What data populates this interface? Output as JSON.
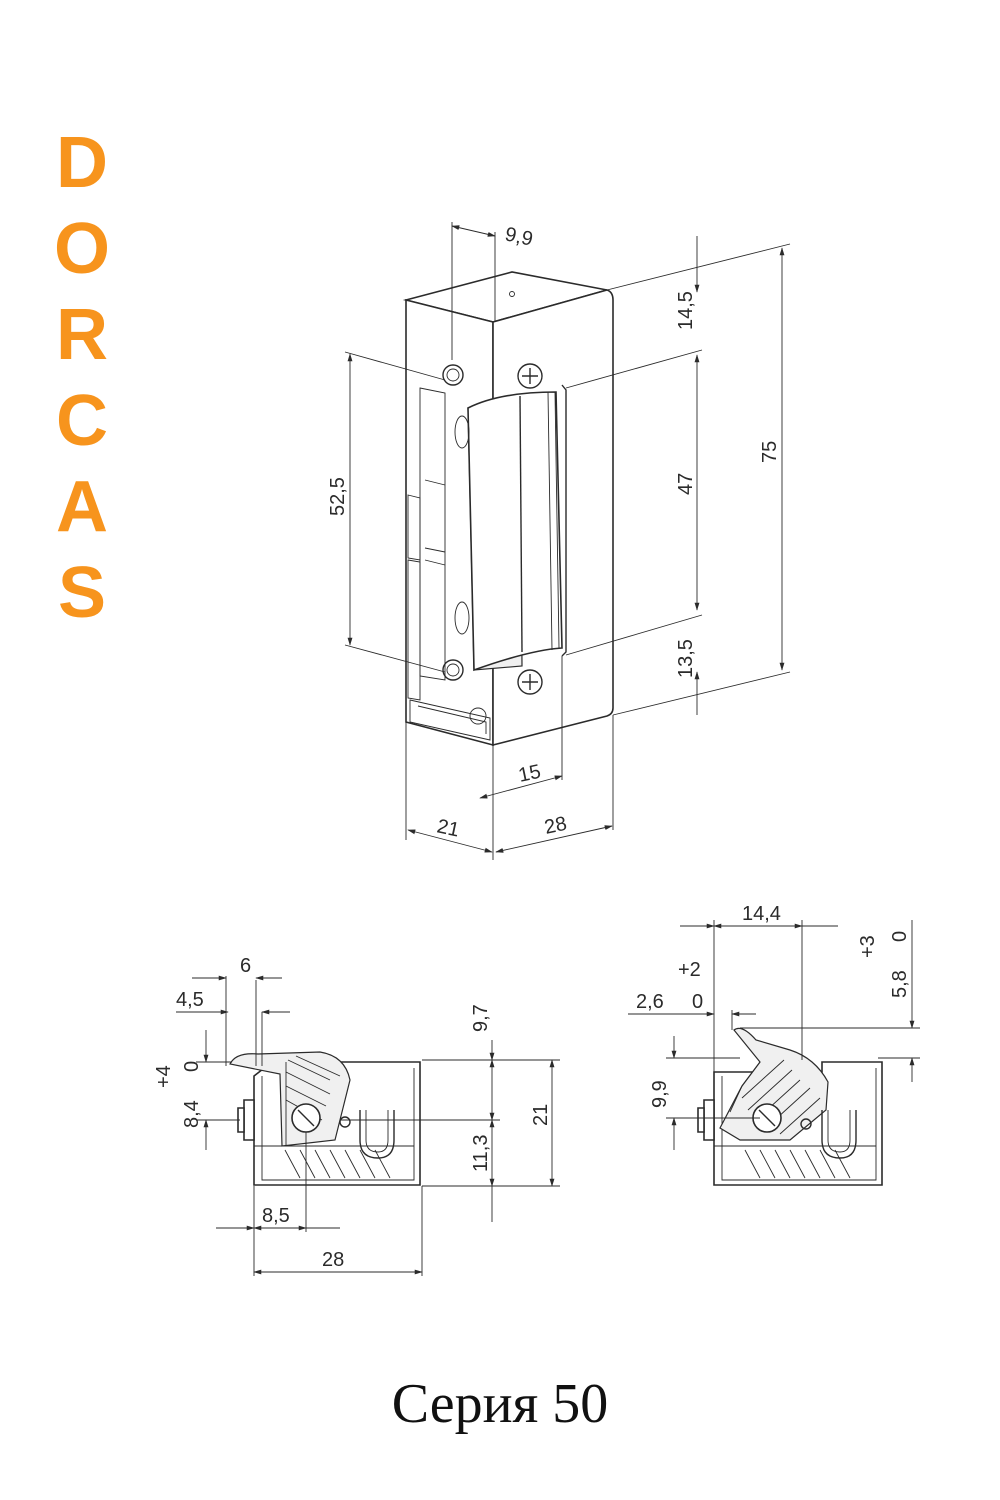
{
  "brand": {
    "letters": [
      "D",
      "O",
      "R",
      "C",
      "A",
      "S"
    ],
    "color": "#f7941d"
  },
  "top_view": {
    "dimensions": {
      "d_9_9": "9,9",
      "d_14_5": "14,5",
      "d_75": "75",
      "d_47": "47",
      "d_52_5": "52,5",
      "d_13_5": "13,5",
      "d_15": "15",
      "d_21": "21",
      "d_28": "28"
    }
  },
  "side_view_closed": {
    "dimensions": {
      "d_6": "6",
      "d_4_5": "4,5",
      "d_9_7": "9,7",
      "d_plus4": "+4",
      "d_0": "0",
      "d_8_4": "8,4",
      "d_11_3": "11,3",
      "d_21": "21",
      "d_8_5": "8,5",
      "d_28": "28"
    }
  },
  "side_view_open": {
    "dimensions": {
      "d_14_4": "14,4",
      "d_plus3": "+3",
      "d_0a": "0",
      "d_plus2": "+2",
      "d_5_8": "5,8",
      "d_2_6": "2,6",
      "d_0b": "0",
      "d_9_9": "9,9"
    }
  },
  "caption": "Серия 50"
}
